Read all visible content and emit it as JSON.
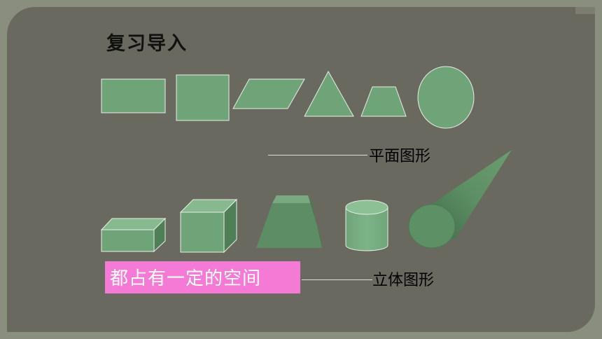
{
  "slide": {
    "title": "复习导入",
    "plane_label": "平面图形",
    "solid_label": "立体图形",
    "highlight_text": "都占有一定的空间"
  },
  "colors": {
    "background": "#8a8e7e",
    "panel": "#69695f",
    "shape_fill": "#6fa478",
    "highlight": "#f47ad6"
  },
  "shapes": {
    "plane": [
      "rectangle",
      "square",
      "parallelogram",
      "triangle",
      "trapezoid",
      "circle"
    ],
    "solid": [
      "cuboid",
      "cube",
      "frustum",
      "cylinder",
      "cone"
    ]
  }
}
